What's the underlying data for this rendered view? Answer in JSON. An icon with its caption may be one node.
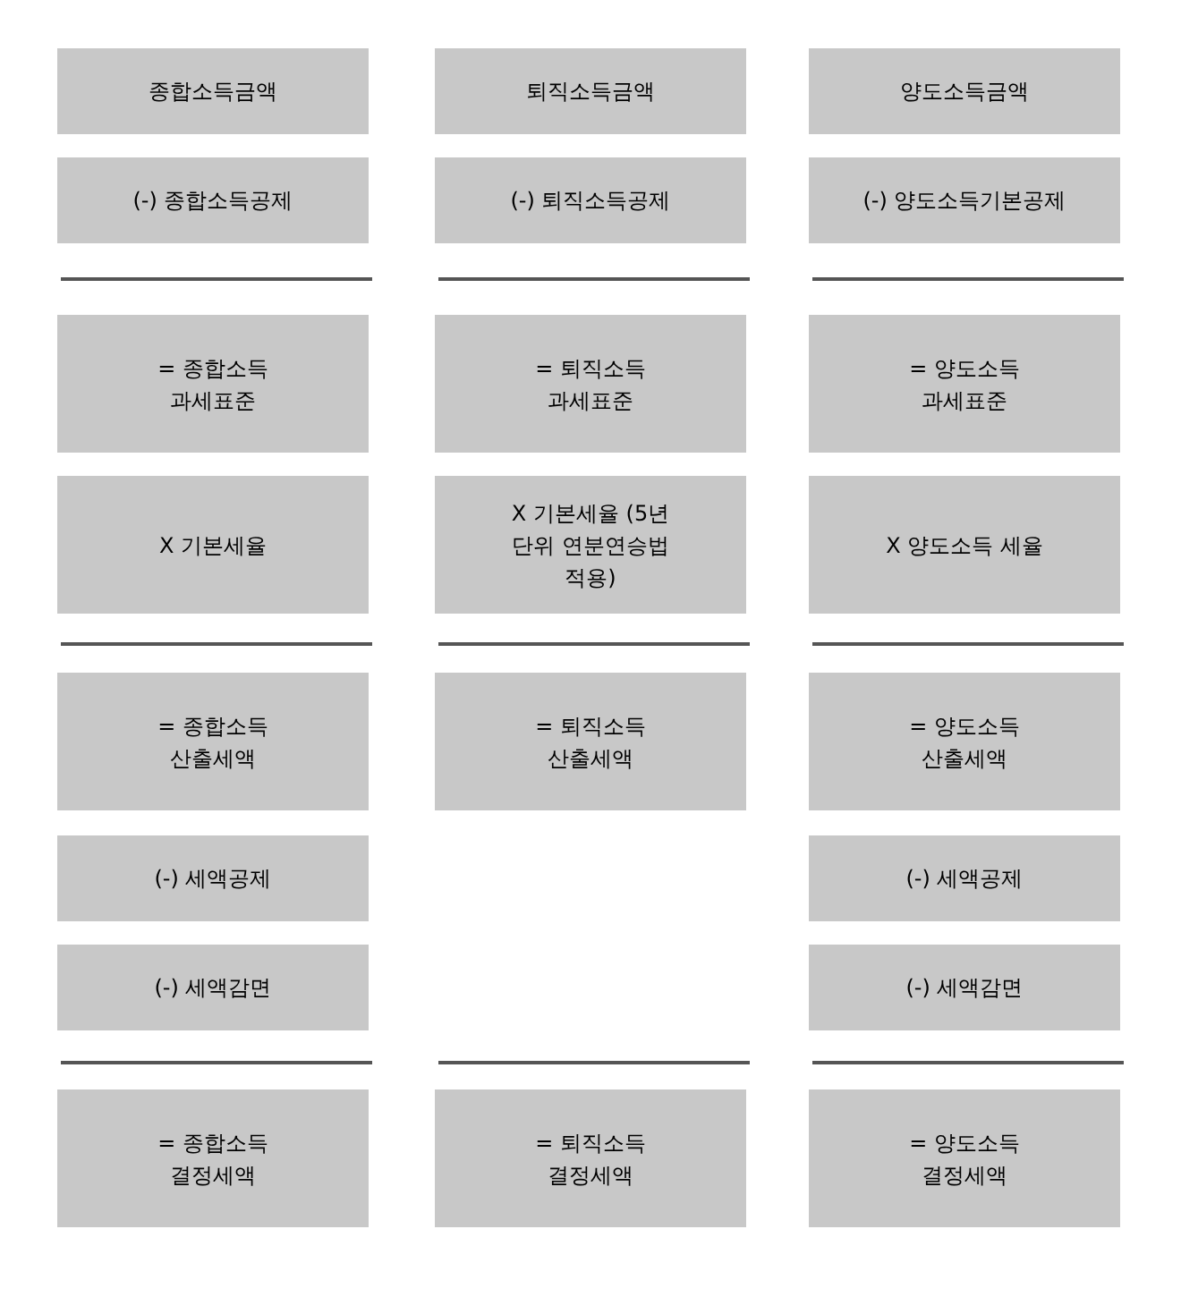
{
  "diagram": {
    "nodes": [
      {
        "text": [
          "종합소득금액"
        ]
      },
      {
        "text": [
          "퇴직소득금액"
        ]
      },
      {
        "text": [
          "양도소득금액"
        ]
      },
      {
        "text": [
          "(-) 종합소득공제"
        ]
      },
      {
        "text": [
          "(-) 퇴직소득공제"
        ]
      },
      {
        "text": [
          "(-) 양도소득기본공제"
        ]
      },
      {
        "text": [
          "= 종합소득 과세표준"
        ]
      },
      {
        "text": [
          "= 퇴직소득 과세표준"
        ]
      },
      {
        "text": [
          "= 양도소득 과세표준"
        ]
      },
      {
        "text": [
          "X 기본세율"
        ]
      },
      {
        "text": [
          "X 기본세율 (5년 단위 연분연승법 적용)"
        ]
      },
      {
        "text": [
          "X 양도소득 세율"
        ]
      },
      {
        "text": [
          "= 종합소득 산출세액"
        ]
      },
      {
        "text": [
          "= 퇴직소득 산출세액"
        ]
      },
      {
        "text": [
          "= 양도소득 산출세액"
        ]
      },
      {
        "text": [
          "(-) 세액공제"
        ]
      },
      {
        "text": [
          "(-) 세액공제"
        ]
      },
      {
        "text": [
          "(-) 세액감면"
        ]
      },
      {
        "text": [
          "(-) 세액감면"
        ]
      },
      {
        "text": [
          "= 종합소득 결정세액"
        ]
      },
      {
        "text": [
          "= 퇴직소득 결정세액"
        ]
      },
      {
        "text": [
          "= 양도소득 결정세액"
        ]
      }
    ]
  }
}
